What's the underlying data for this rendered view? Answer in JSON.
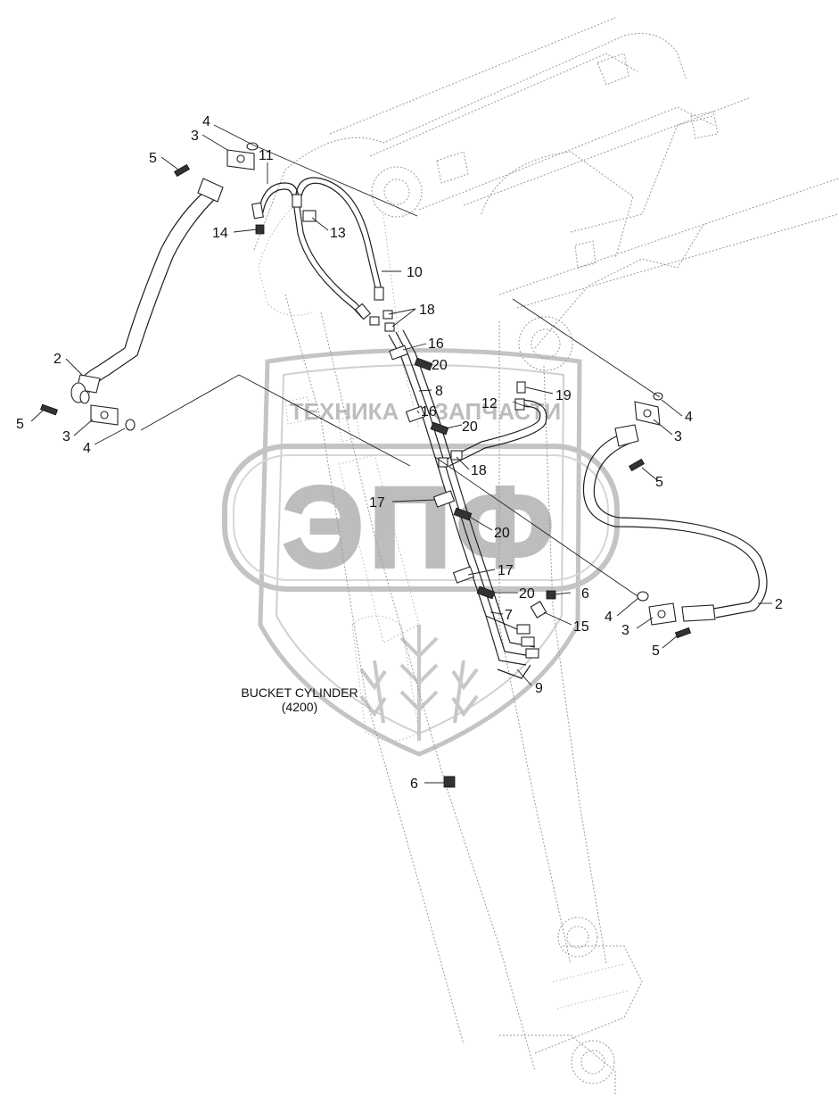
{
  "watermark": {
    "line1": "ТЕХНИКА",
    "line2": "ЗАПЧАСТИ",
    "letters": "ЭПФ",
    "color": "#bdbdbd"
  },
  "caption": {
    "line1": "BUCKET CYLINDER",
    "line2": "(4200)"
  },
  "callouts": {
    "c2a": "2",
    "c2b": "2",
    "c3a": "3",
    "c3b": "3",
    "c3c": "3",
    "c3d": "3",
    "c4a": "4",
    "c4b": "4",
    "c4c": "4",
    "c4d": "4",
    "c5a": "5",
    "c5b": "5",
    "c5c": "5",
    "c5d": "5",
    "c6a": "6",
    "c6b": "6",
    "c7": "7",
    "c8": "8",
    "c9": "9",
    "c10": "10",
    "c11": "11",
    "c12": "12",
    "c13": "13",
    "c14": "14",
    "c15": "15",
    "c16a": "16",
    "c16b": "16",
    "c17a": "17",
    "c17b": "17",
    "c18a": "18",
    "c18b": "18",
    "c19": "19",
    "c20a": "20",
    "c20b": "20",
    "c20c": "20",
    "c20d": "20"
  },
  "colors": {
    "line": "#222222",
    "ghost": "#9a9a9a"
  }
}
